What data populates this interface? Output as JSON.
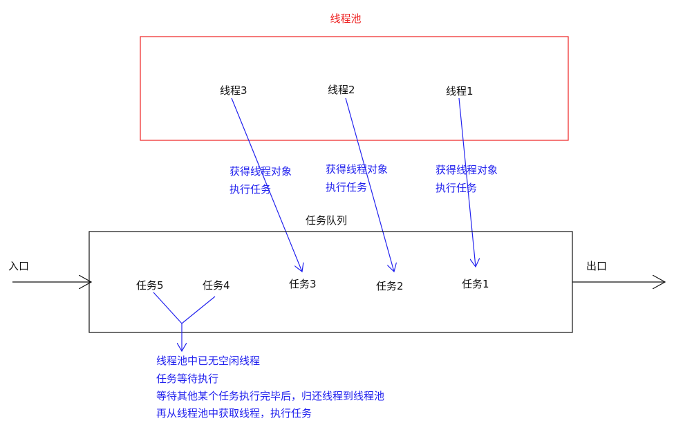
{
  "pool": {
    "title": "线程池",
    "threads": [
      "线程3",
      "线程2",
      "线程1"
    ]
  },
  "acquire_labels": [
    {
      "line1": "获得线程对象",
      "line2": "执行任务"
    },
    {
      "line1": "获得线程对象",
      "line2": "执行任务"
    },
    {
      "line1": "获得线程对象",
      "line2": "执行任务"
    }
  ],
  "queue": {
    "title": "任务队列",
    "tasks": [
      "任务5",
      "任务4",
      "任务3",
      "任务2",
      "任务1"
    ]
  },
  "entry_label": "入口",
  "exit_label": "出口",
  "notes": [
    "线程池中已无空闲线程",
    "任务等待执行",
    "等待其他某个任务执行完毕后，归还线程到线程池",
    "再从线程池中获取线程，执行任务"
  ],
  "colors": {
    "pool_border": "#ee2222",
    "arrow": "#2222ee",
    "queue_border": "#111111"
  }
}
